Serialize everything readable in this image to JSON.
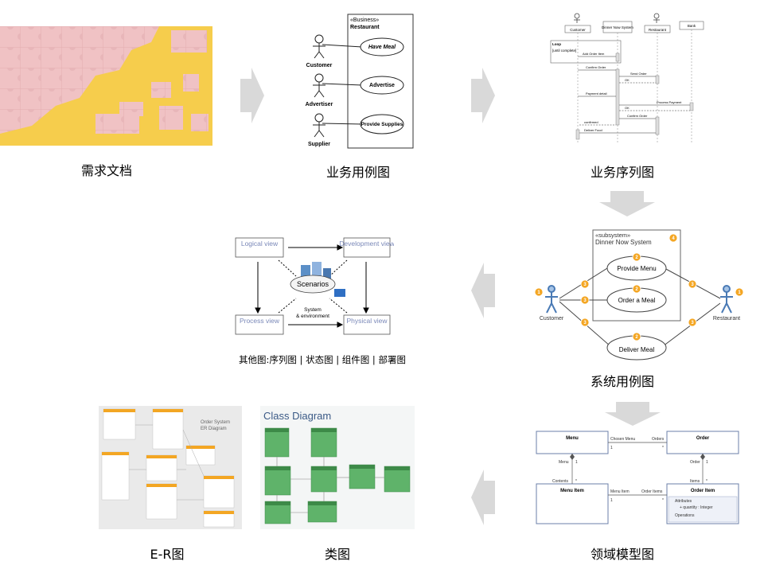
{
  "steps": {
    "requirements": "需求文档",
    "business_usecase": "业务用例图",
    "business_sequence": "业务序列图",
    "system_usecase": "系统用例图",
    "other_diagrams": "其他图:序列图 | 状态图 | 组件图 | 部署图",
    "domain_model": "领域模型图",
    "class_diagram": "类图",
    "er_diagram": "E-R图"
  },
  "business_usecase": {
    "stereotype": "«Business»",
    "system_name": "Restaurant",
    "actors": [
      "Customer",
      "Advertiser",
      "Supplier"
    ],
    "usecases": [
      "Have Meal",
      "Advertise",
      "Provide Supplies"
    ]
  },
  "business_sequence": {
    "lifelines": [
      "Customer",
      "Dinner Now System",
      "Restaurant",
      "Bank"
    ],
    "loop_label": "Loop",
    "loop_guard": "[until complete]",
    "messages": [
      "Add Order Item",
      "Confirm Order",
      "Send Order",
      "OK",
      "Payment detail",
      "Process Payment",
      "OK",
      "Confirm Order",
      "confirmed",
      "Deliver Food"
    ]
  },
  "system_usecase": {
    "stereotype": "«subsystem»",
    "system_name": "Dinner Now System",
    "usecases": [
      "Provide Menu",
      "Order a Meal",
      "Deliver Meal"
    ],
    "actors": [
      "Customer",
      "Restaurant"
    ],
    "badges": {
      "system": "4",
      "usecase": "2",
      "assoc": "3",
      "actor": "1"
    }
  },
  "views4plus1": {
    "logical": "Logical view",
    "development": "Development view",
    "process": "Process view",
    "physical": "Physical view",
    "center": "Scenarios",
    "center_sub1": "System",
    "center_sub2": "& environment"
  },
  "domain_model": {
    "classes": [
      "Menu",
      "Order",
      "Menu Item",
      "Order Item"
    ],
    "assoc_labels": [
      "Chosen Menu",
      "Orders",
      "Menu",
      "Order",
      "Contents",
      "Items",
      "Menu Item",
      "Order Items"
    ],
    "mult_1": "1",
    "mult_many": "*",
    "attributes_label": "Attributes",
    "attribute": "+ quantity : Integer",
    "operations_label": "Operations"
  },
  "class_diagram": {
    "title": "Class Diagram"
  },
  "er_diagram": {
    "title1": "Order System",
    "title2": "ER Diagram"
  },
  "colors": {
    "arrow": "#d9d9d9",
    "puzzle_yellow": "#f6cd4c",
    "puzzle_pink": "#f0c2c4",
    "class_green": "#5fb36a",
    "er_header": "#f3a623",
    "badge": "#f4a623",
    "view_text": "#7a88b8"
  }
}
